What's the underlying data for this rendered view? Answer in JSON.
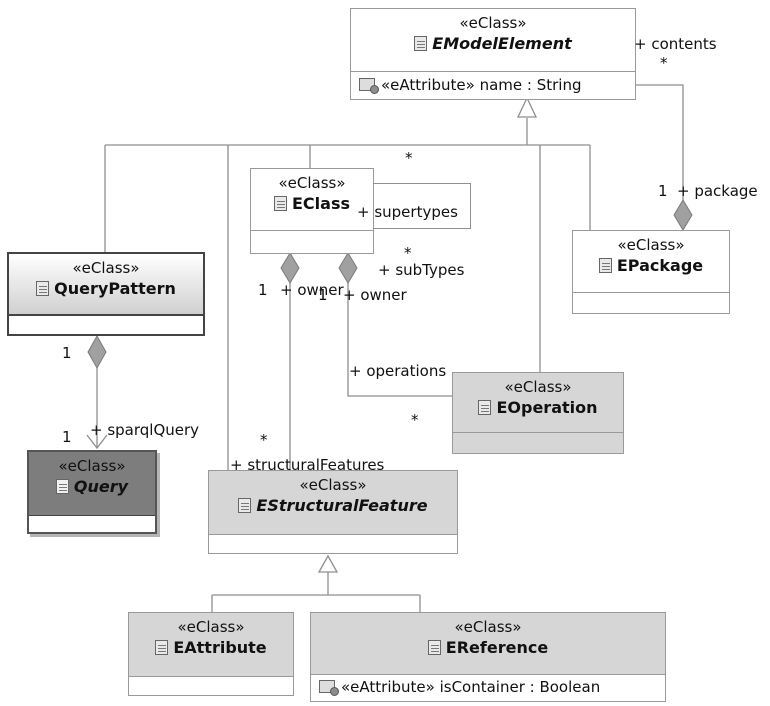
{
  "classes": {
    "emodelelement": {
      "stereotype": "«eClass»",
      "name": "EModelElement",
      "attribute": "«eAttribute» name : String"
    },
    "eclass": {
      "stereotype": "«eClass»",
      "name": "EClass"
    },
    "epackage": {
      "stereotype": "«eClass»",
      "name": "EPackage"
    },
    "querypattern": {
      "stereotype": "«eClass»",
      "name": "QueryPattern"
    },
    "query": {
      "stereotype": "«eClass»",
      "name": "Query"
    },
    "eoperation": {
      "stereotype": "«eClass»",
      "name": "EOperation"
    },
    "estructuralfeature": {
      "stereotype": "«eClass»",
      "name": "EStructuralFeature"
    },
    "eattribute": {
      "stereotype": "«eClass»",
      "name": "EAttribute"
    },
    "ereference": {
      "stereotype": "«eClass»",
      "name": "EReference",
      "attribute": "«eAttribute» isContainer : Boolean"
    }
  },
  "labels": {
    "contents": "+ contents",
    "contents_mult": "*",
    "package_mult": "1",
    "package": "+ package",
    "top_star": "*",
    "supertypes": "+ supertypes",
    "subtypes_mult": "*",
    "subtypes": "+ subTypes",
    "owner1_mult": "1",
    "owner1": "+ owner",
    "owner2_mult": "1",
    "owner2": "+ owner",
    "operations": "+ operations",
    "operations_mult": "*",
    "querypattern_mult": "1",
    "sparql_mult": "1",
    "sparql": "+ sparqlQuery",
    "sf_mult": "*",
    "structural_features": "+ structuralFeatures"
  }
}
